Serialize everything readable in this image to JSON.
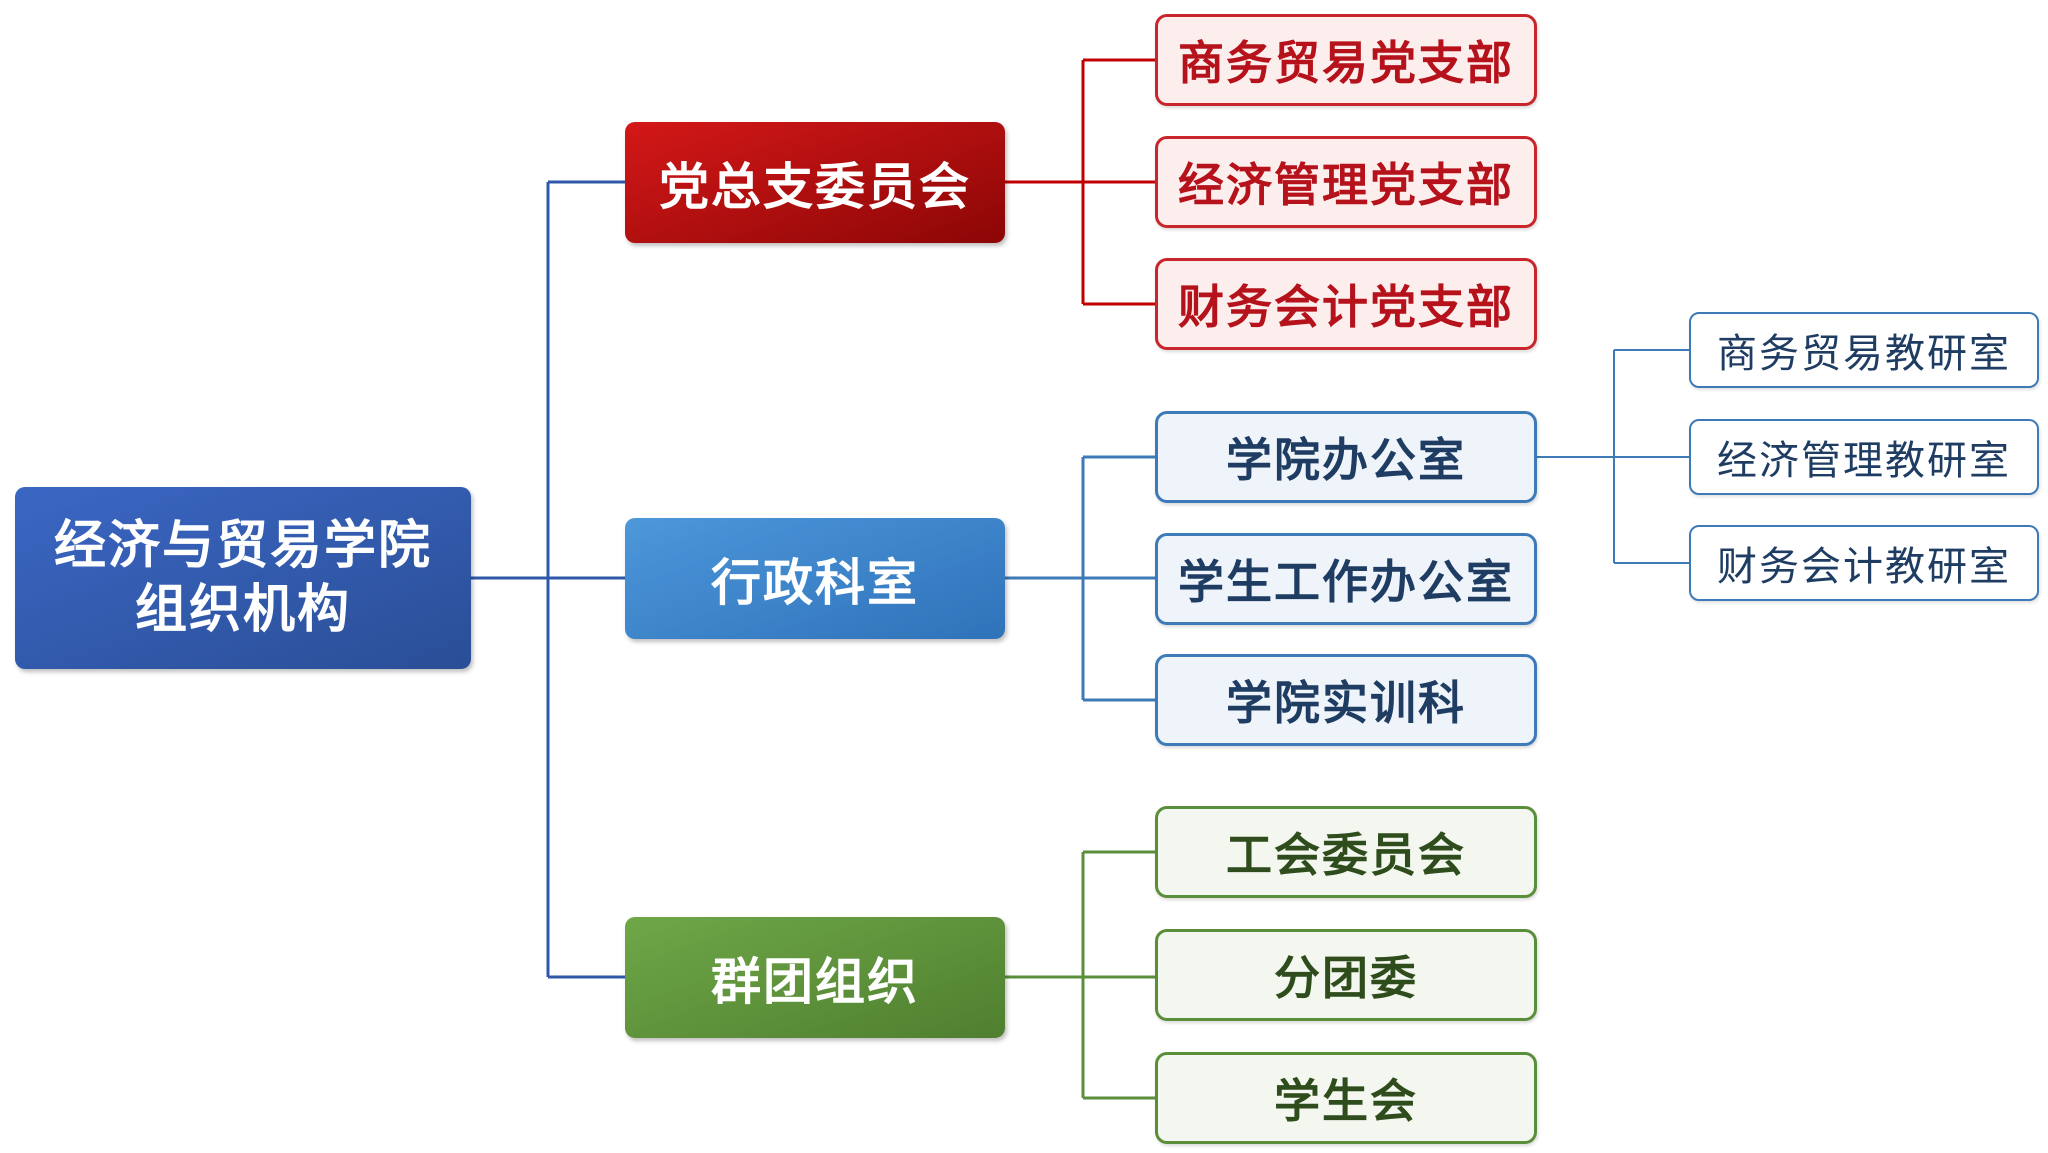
{
  "root": {
    "line1": "经济与贸易学院",
    "line2": "组织机构"
  },
  "branches": [
    {
      "label": "党总支委员会",
      "children": [
        "商务贸易党支部",
        "经济管理党支部",
        "财务会计党支部"
      ]
    },
    {
      "label": "行政科室",
      "children": [
        "学院办公室",
        "学生工作办公室",
        "学院实训科"
      ]
    },
    {
      "label": "群团组织",
      "children": [
        "工会委员会",
        "分团委",
        "学生会"
      ]
    }
  ],
  "office_subunits": [
    "商务贸易教研室",
    "经济管理教研室",
    "财务会计教研室"
  ],
  "colors": {
    "root": "#2f58a8",
    "party": "#c00000",
    "admin": "#3a86cf",
    "mass": "#5e923a",
    "connector_root": "#2f58a8",
    "connector_party": "#c00000",
    "connector_admin": "#3e79b8",
    "connector_mass": "#5b8e3b"
  }
}
